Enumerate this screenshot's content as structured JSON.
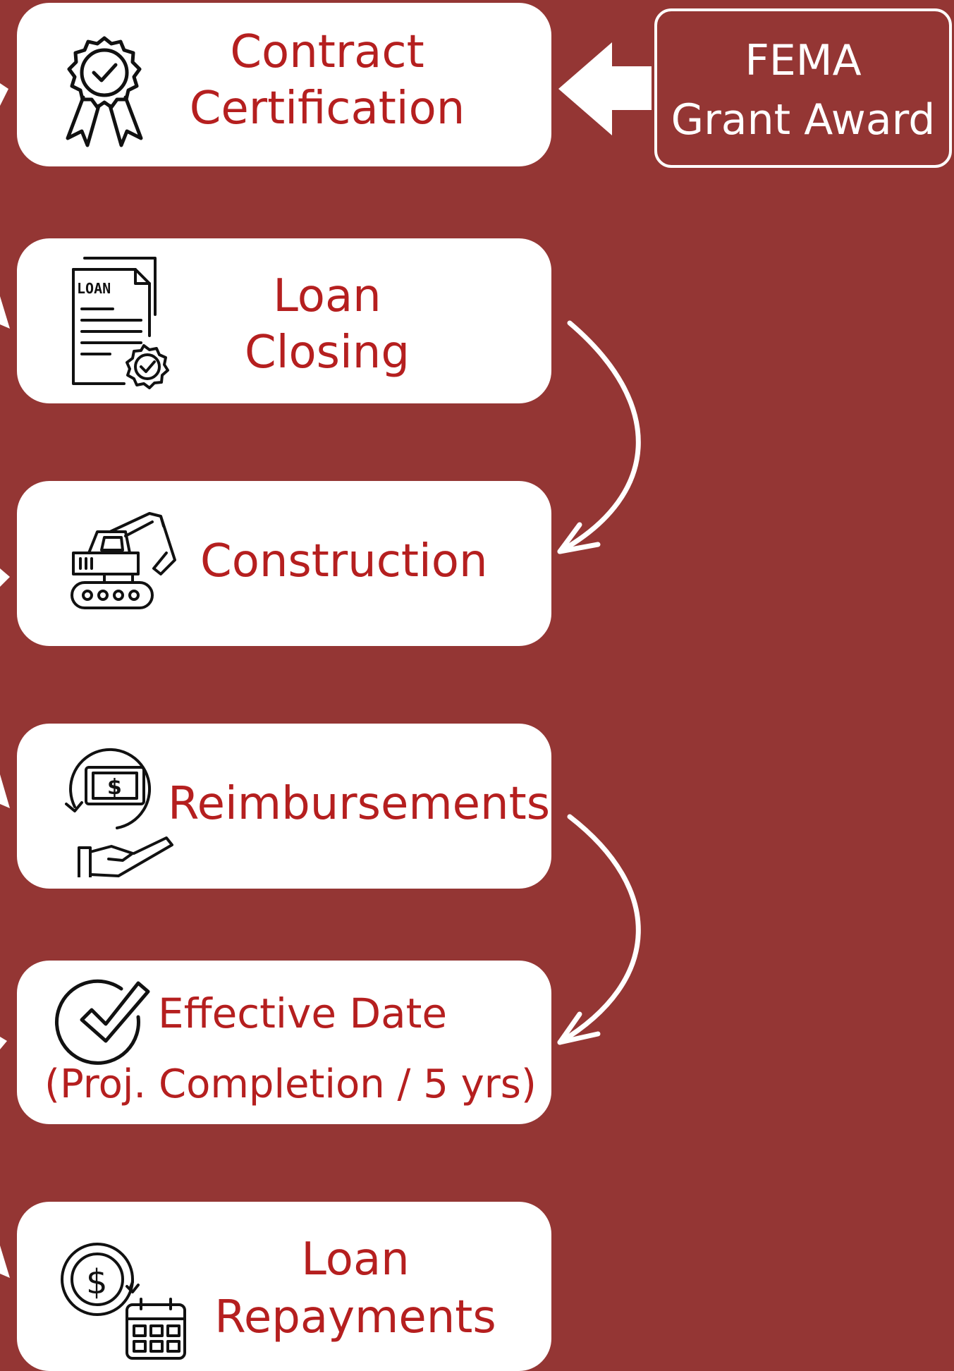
{
  "source": {
    "line1": "FEMA",
    "line2": "Grant Award"
  },
  "steps": [
    {
      "line1": "Contract",
      "line2": "Certification",
      "icon": "certificate-badge-icon"
    },
    {
      "line1": "Loan",
      "line2": "Closing",
      "icon": "loan-document-icon",
      "icon_text": "LOAN"
    },
    {
      "line1": "Construction",
      "icon": "excavator-icon"
    },
    {
      "line1": "Reimbursements",
      "icon": "money-hand-icon",
      "icon_text": "$"
    },
    {
      "line1": "Effective Date",
      "line2": "(Proj. Completion / 5 yrs)",
      "icon": "checkmark-circle-icon"
    },
    {
      "line1": "Loan",
      "line2": "Repayments",
      "icon": "dollar-calendar-icon",
      "icon_text": "$"
    }
  ],
  "colors": {
    "background": "#943634",
    "card": "#ffffff",
    "text": "#b51f1f",
    "arrow": "#ffffff"
  }
}
